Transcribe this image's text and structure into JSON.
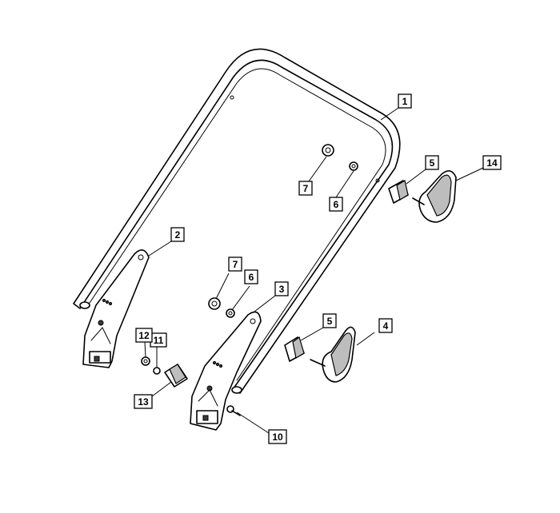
{
  "diagram": {
    "callouts": [
      {
        "id": "c1",
        "label": "1"
      },
      {
        "id": "c2",
        "label": "2"
      },
      {
        "id": "c3",
        "label": "3"
      },
      {
        "id": "c4",
        "label": "4"
      },
      {
        "id": "c5a",
        "label": "5"
      },
      {
        "id": "c5b",
        "label": "5"
      },
      {
        "id": "c6a",
        "label": "6"
      },
      {
        "id": "c6b",
        "label": "6"
      },
      {
        "id": "c7a",
        "label": "7"
      },
      {
        "id": "c7b",
        "label": "7"
      },
      {
        "id": "c10",
        "label": "10"
      },
      {
        "id": "c11",
        "label": "11"
      },
      {
        "id": "c12",
        "label": "12"
      },
      {
        "id": "c13",
        "label": "13"
      },
      {
        "id": "c14",
        "label": "14"
      }
    ]
  }
}
